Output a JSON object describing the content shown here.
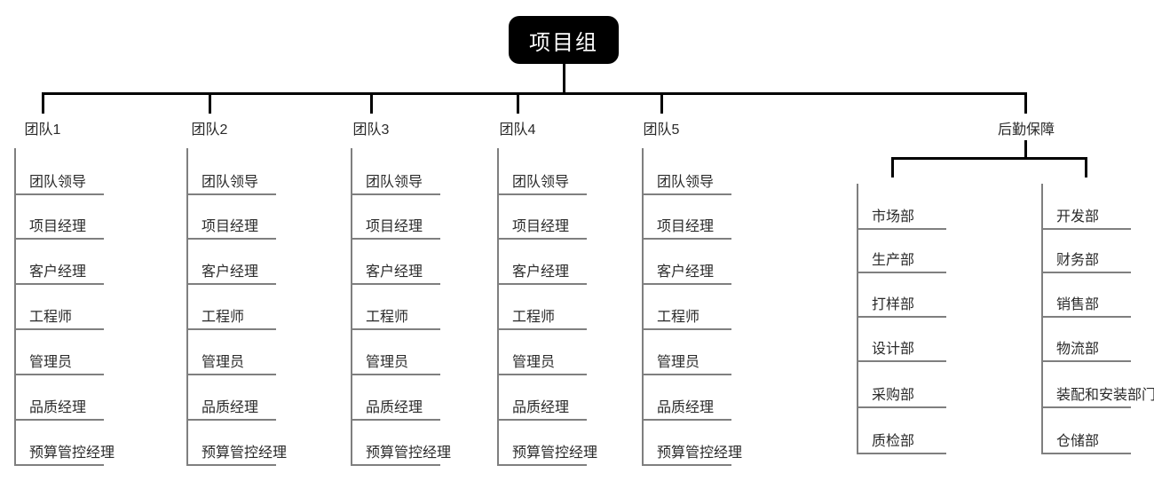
{
  "root": {
    "label": "项目组"
  },
  "teams": [
    {
      "label": "团队1",
      "items": [
        "团队领导",
        "项目经理",
        "客户经理",
        "工程师",
        "管理员",
        "品质经理",
        "预算管控经理"
      ]
    },
    {
      "label": "团队2",
      "items": [
        "团队领导",
        "项目经理",
        "客户经理",
        "工程师",
        "管理员",
        "品质经理",
        "预算管控经理"
      ]
    },
    {
      "label": "团队3",
      "items": [
        "团队领导",
        "项目经理",
        "客户经理",
        "工程师",
        "管理员",
        "品质经理",
        "预算管控经理"
      ]
    },
    {
      "label": "团队4",
      "items": [
        "团队领导",
        "项目经理",
        "客户经理",
        "工程师",
        "管理员",
        "品质经理",
        "预算管控经理"
      ]
    },
    {
      "label": "团队5",
      "items": [
        "团队领导",
        "项目经理",
        "客户经理",
        "工程师",
        "管理员",
        "品质经理",
        "预算管控经理"
      ]
    }
  ],
  "logistics": {
    "label": "后勤保障",
    "left_departments": [
      "市场部",
      "生产部",
      "打样部",
      "设计部",
      "采购部",
      "质检部"
    ],
    "right_departments": [
      "开发部",
      "财务部",
      "销售部",
      "物流部",
      "装配和安装部门",
      "仓储部"
    ]
  },
  "colors": {
    "connector": "#000000",
    "list_line": "#7f7f7f",
    "text": "#2a2a2a",
    "root_bg": "#000000",
    "root_text": "#ffffff"
  }
}
